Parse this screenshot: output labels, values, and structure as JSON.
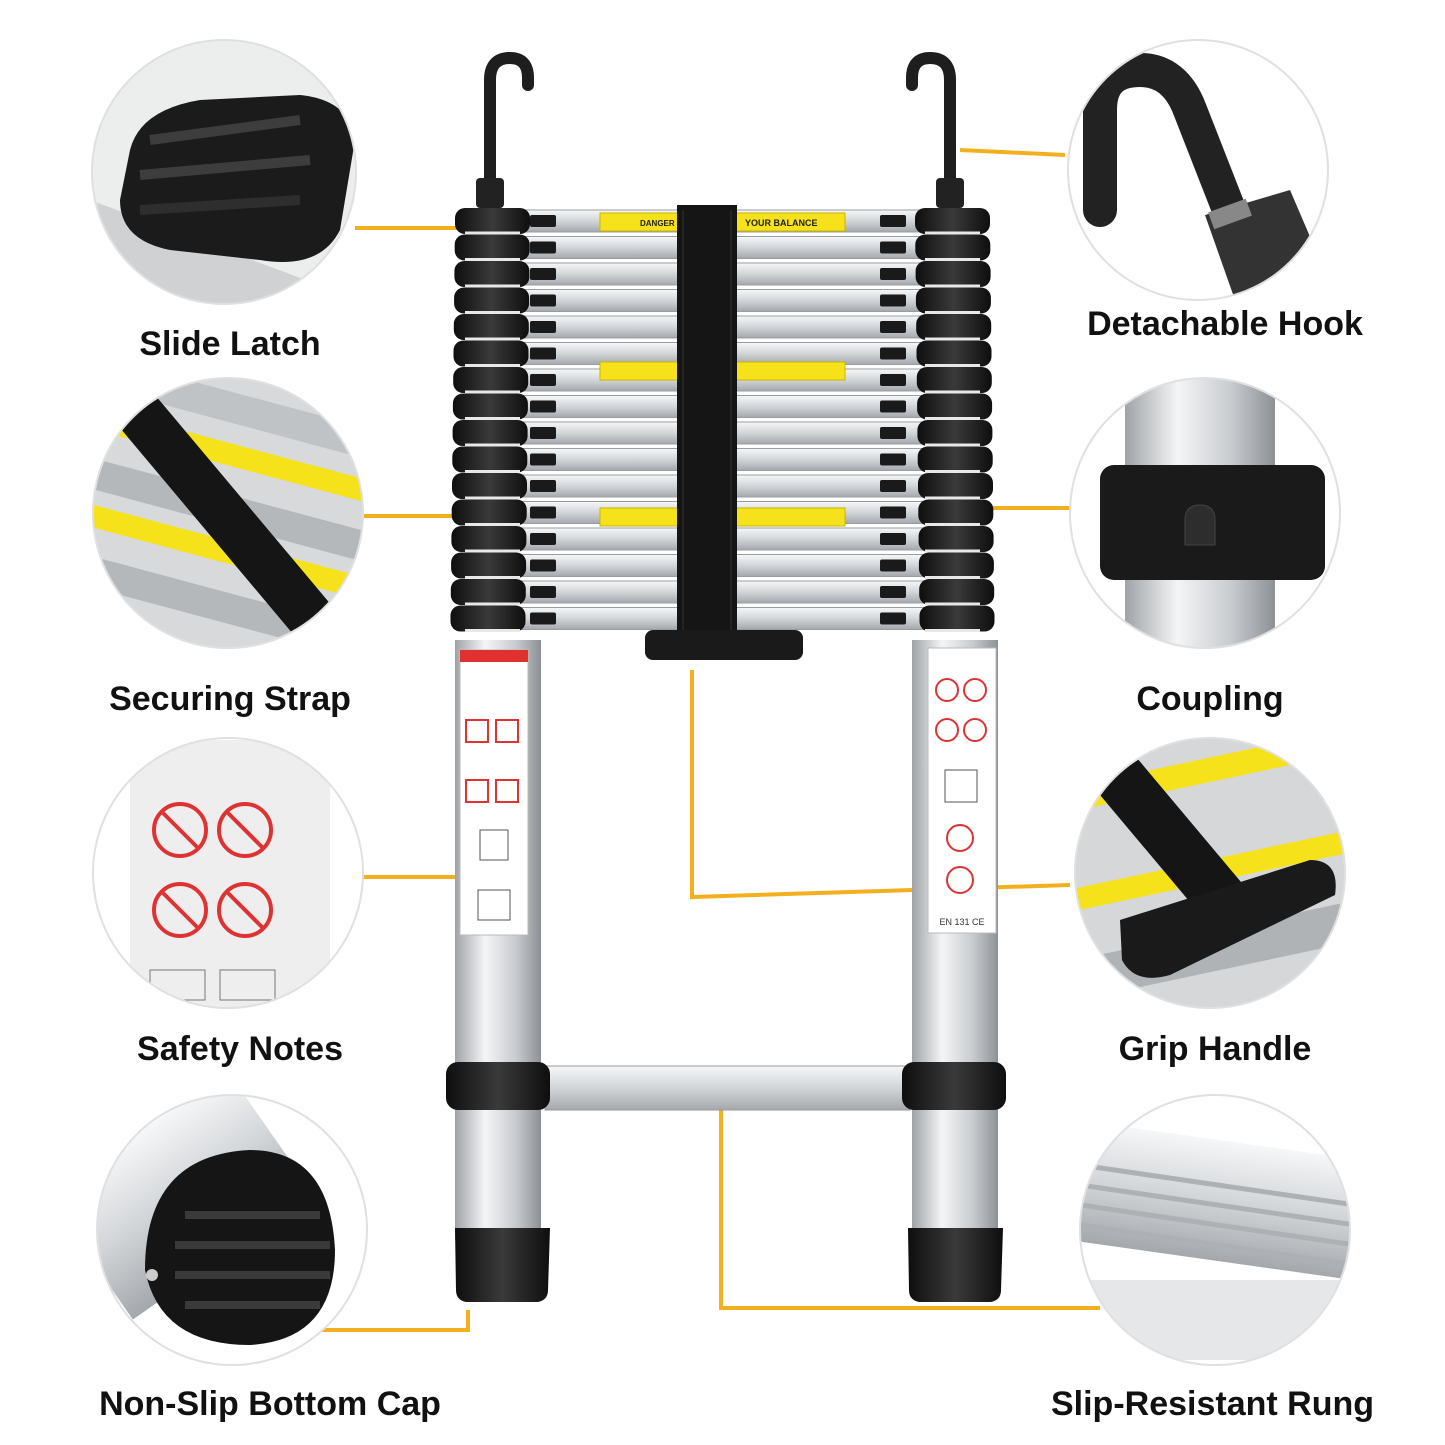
{
  "features": [
    {
      "id": "slide-latch",
      "label": "Slide Latch"
    },
    {
      "id": "detachable-hook",
      "label": "Detachable Hook"
    },
    {
      "id": "securing-strap",
      "label": "Securing Strap"
    },
    {
      "id": "coupling",
      "label": "Coupling"
    },
    {
      "id": "safety-notes",
      "label": "Safety Notes"
    },
    {
      "id": "grip-handle",
      "label": "Grip Handle"
    },
    {
      "id": "non-slip-bottom-cap",
      "label": "Non-Slip Bottom Cap"
    },
    {
      "id": "slip-resistant-rung",
      "label": "Slip-Resistant Rung"
    }
  ],
  "ladder_text": {
    "danger": "DANGER",
    "balance": "YOUR BALANCE",
    "standard": "EN 131 CE"
  },
  "colors": {
    "leader_line": "#f2b01e",
    "rubber": "#1c1c1c",
    "aluminium": "#d8dadc",
    "warning_sticker": "#f6e21a"
  }
}
